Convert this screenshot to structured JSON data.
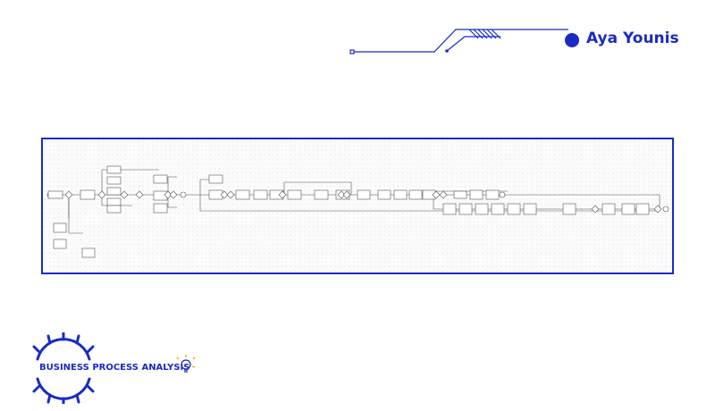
{
  "header": {
    "author": "Aya Younis",
    "accent_color": "#1a2bc4"
  },
  "logo": {
    "word1": "BUSINESS",
    "word2": "PROCESS ANALYSIS",
    "icons": [
      "gear-icon",
      "lightbulb-icon"
    ]
  },
  "diagram": {
    "kind": "bpmn-process-flow",
    "stroke_color": "#555555"
  }
}
